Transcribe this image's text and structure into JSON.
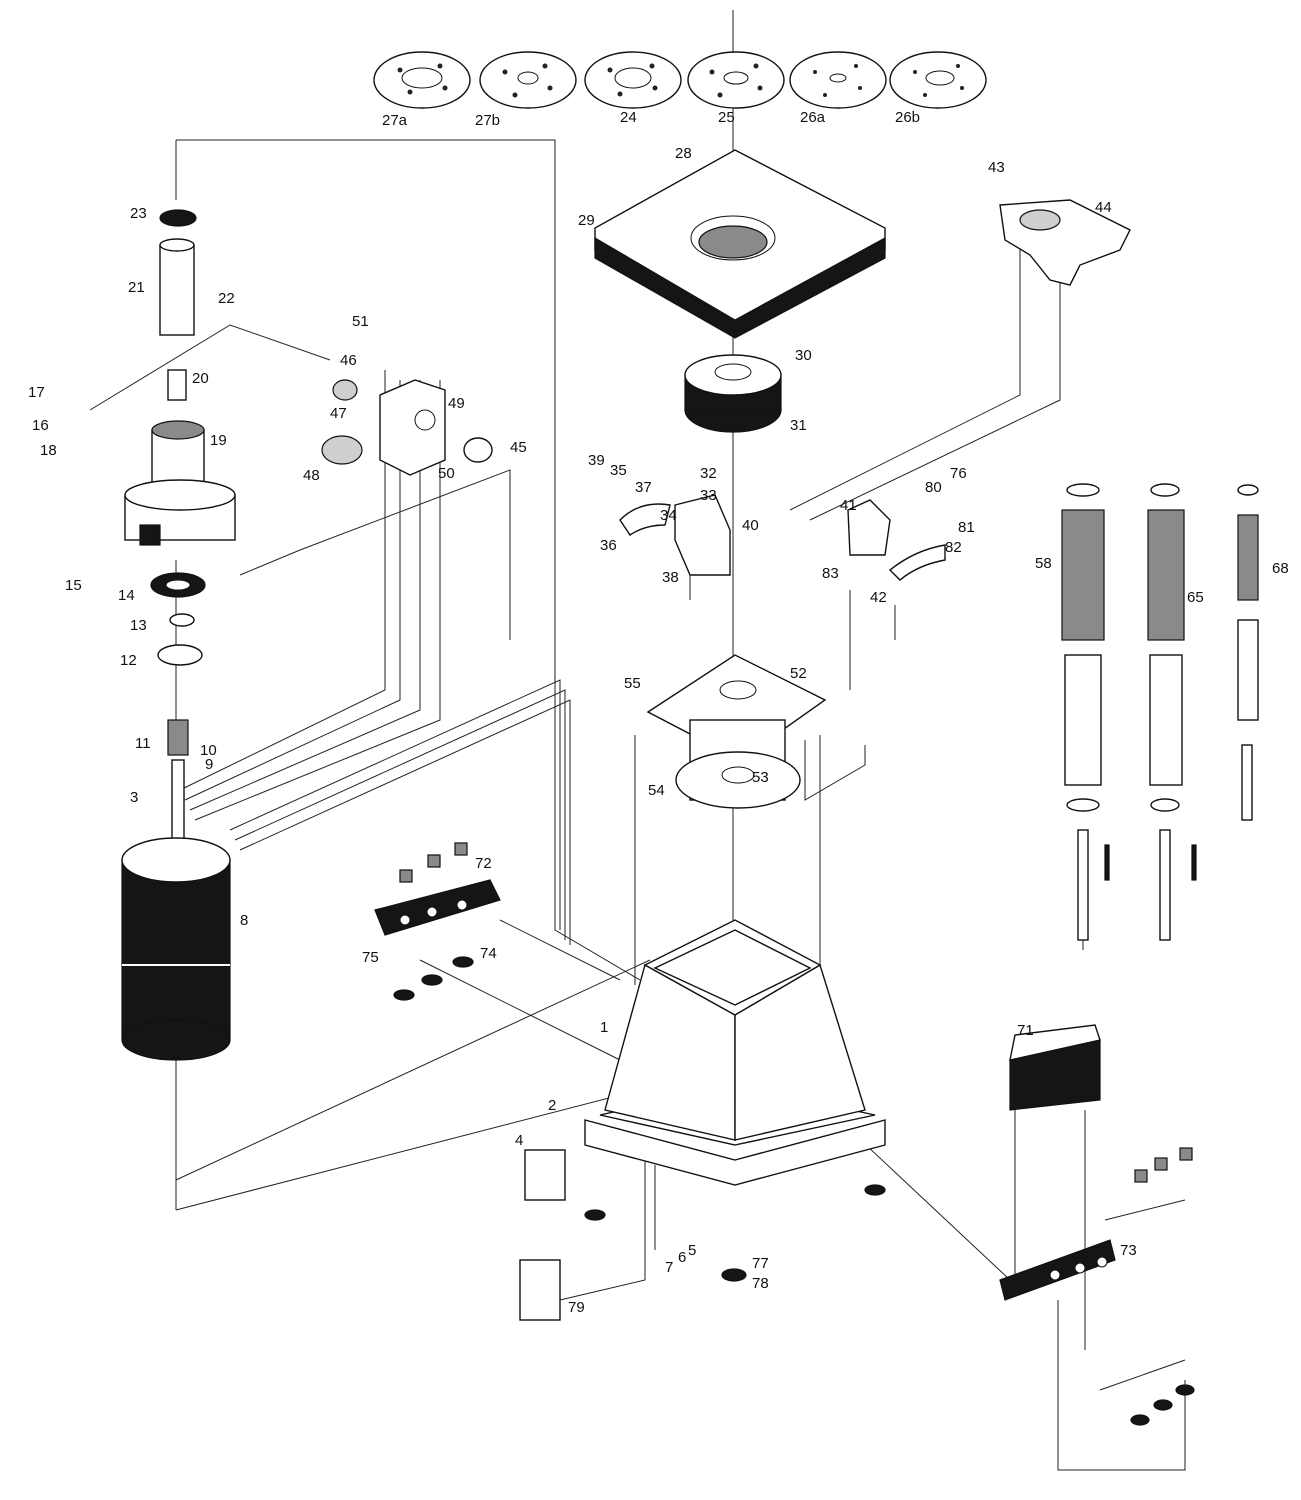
{
  "diagram": {
    "callouts": [
      "1",
      "2",
      "3",
      "4",
      "5",
      "6",
      "7",
      "8",
      "9",
      "10",
      "11",
      "12",
      "13",
      "14",
      "15",
      "16",
      "17",
      "18",
      "19",
      "20",
      "21",
      "22",
      "23",
      "24",
      "25",
      "26a",
      "26b",
      "27a",
      "27b",
      "28",
      "29",
      "30",
      "31",
      "32",
      "33",
      "34",
      "35",
      "36",
      "37",
      "38",
      "39",
      "40",
      "41",
      "42",
      "43",
      "44",
      "45",
      "46",
      "47",
      "48",
      "49",
      "50",
      "51",
      "52",
      "53",
      "54",
      "55",
      "58",
      "65",
      "68",
      "71",
      "72",
      "73",
      "74",
      "75",
      "76",
      "77",
      "78",
      "79",
      "80",
      "81",
      "82",
      "83"
    ]
  }
}
